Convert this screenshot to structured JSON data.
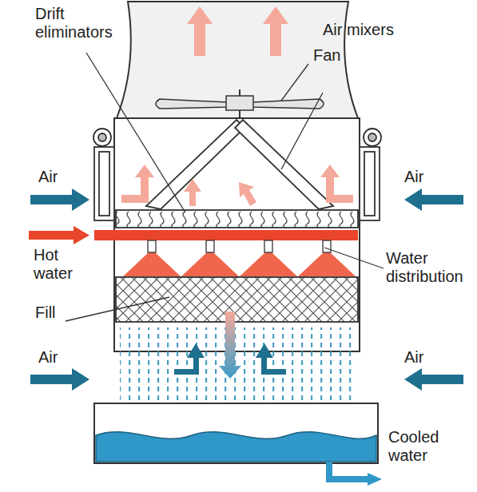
{
  "diagram": {
    "labels": [
      "Drift eliminators",
      "Fan",
      "Air mixers",
      "Air",
      "Air",
      "Hot water",
      "Water distribution",
      "Fill",
      "Air",
      "Air",
      "Cooled water"
    ]
  }
}
